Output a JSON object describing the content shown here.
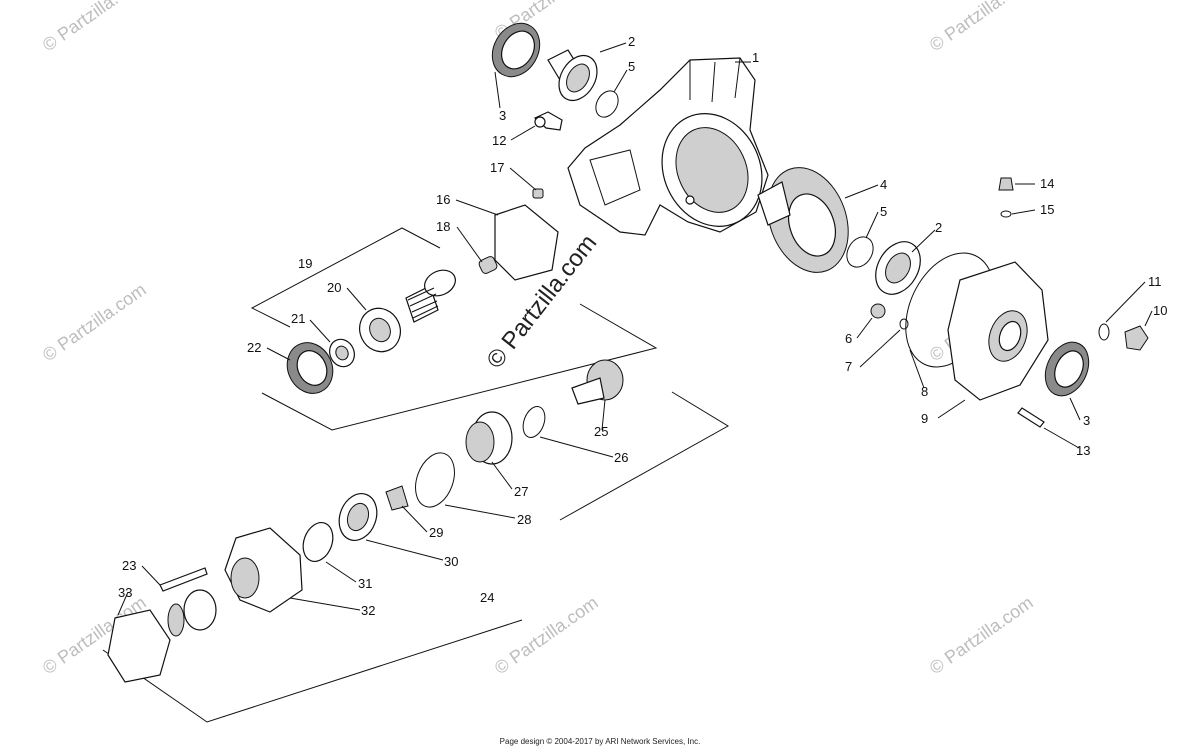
{
  "watermark": {
    "text": "© Partzilla.com"
  },
  "footer": {
    "text": "Page design © 2004-2017 by ARI Network Services, Inc."
  },
  "callouts": [
    {
      "num": "1"
    },
    {
      "num": "2"
    },
    {
      "num": "5"
    },
    {
      "num": "3"
    },
    {
      "num": "12"
    },
    {
      "num": "17"
    },
    {
      "num": "16"
    },
    {
      "num": "18"
    },
    {
      "num": "19"
    },
    {
      "num": "20"
    },
    {
      "num": "21"
    },
    {
      "num": "22"
    },
    {
      "num": "4"
    },
    {
      "num": "5"
    },
    {
      "num": "2"
    },
    {
      "num": "14"
    },
    {
      "num": "15"
    },
    {
      "num": "11"
    },
    {
      "num": "10"
    },
    {
      "num": "6"
    },
    {
      "num": "7"
    },
    {
      "num": "8"
    },
    {
      "num": "9"
    },
    {
      "num": "3"
    },
    {
      "num": "13"
    },
    {
      "num": "25"
    },
    {
      "num": "26"
    },
    {
      "num": "27"
    },
    {
      "num": "28"
    },
    {
      "num": "29"
    },
    {
      "num": "30"
    },
    {
      "num": "31"
    },
    {
      "num": "32"
    },
    {
      "num": "23"
    },
    {
      "num": "33"
    },
    {
      "num": "24"
    }
  ]
}
